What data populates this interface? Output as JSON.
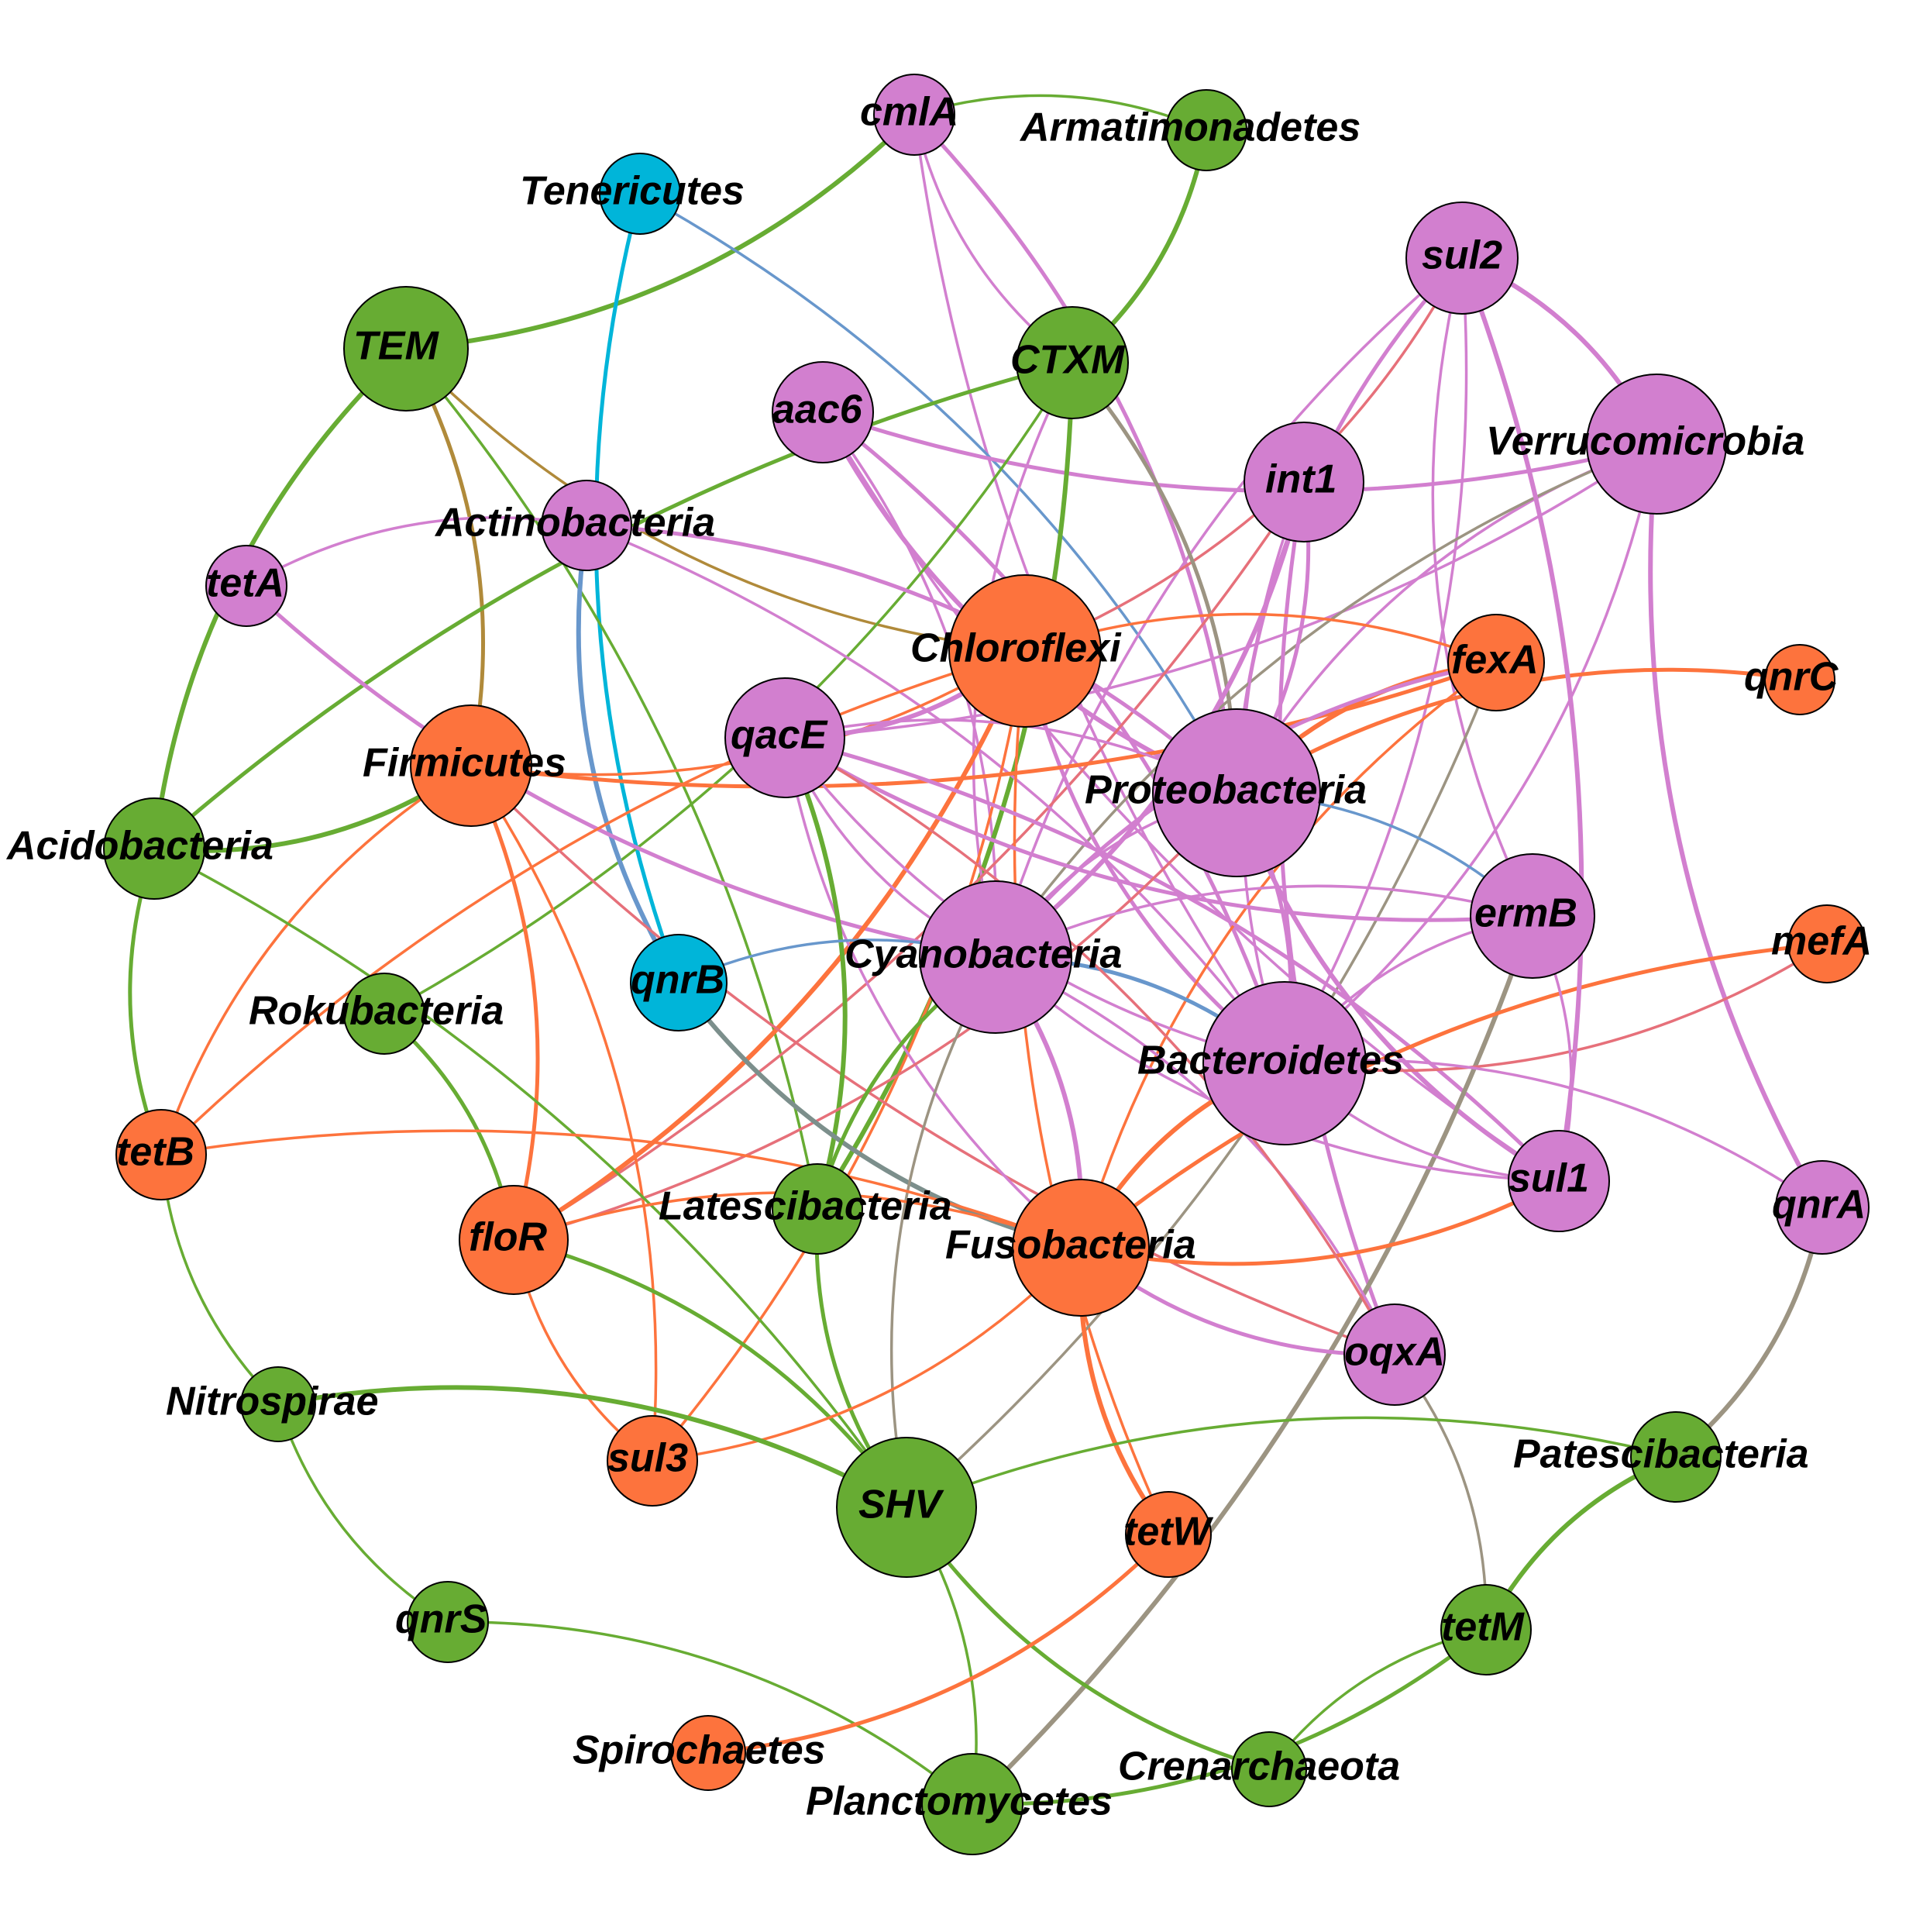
{
  "colors": {
    "purple": "#d27fcf",
    "green": "#67ac33",
    "orange": "#fd733d",
    "cyan": "#00b5d9",
    "blue_edge": "#6897cc",
    "gold_edge": "#b08a3a",
    "grey_edge": "#9c9482",
    "slate_edge": "#7c8f8c",
    "salmon_edge": "#e6707a"
  },
  "nodes": [
    {
      "id": "cmlA",
      "label": "cmlA",
      "group": "purple"
    },
    {
      "id": "Armatimonadetes",
      "label": "Armatimonadetes",
      "group": "green"
    },
    {
      "id": "Tenericutes",
      "label": "Tenericutes",
      "group": "cyan"
    },
    {
      "id": "sul2",
      "label": "sul2",
      "group": "purple"
    },
    {
      "id": "TEM",
      "label": "TEM",
      "group": "green"
    },
    {
      "id": "CTXM",
      "label": "CTXM",
      "group": "green"
    },
    {
      "id": "aac6",
      "label": "aac6",
      "group": "purple"
    },
    {
      "id": "Verrucomicrobia",
      "label": "Verrucomicrobia",
      "group": "purple"
    },
    {
      "id": "int1",
      "label": "int1",
      "group": "purple"
    },
    {
      "id": "Actinobacteria",
      "label": "Actinobacteria",
      "group": "purple"
    },
    {
      "id": "tetA",
      "label": "tetA",
      "group": "purple"
    },
    {
      "id": "Chloroflexi",
      "label": "Chloroflexi",
      "group": "orange"
    },
    {
      "id": "fexA",
      "label": "fexA",
      "group": "orange"
    },
    {
      "id": "qnrC",
      "label": "qnrC",
      "group": "orange"
    },
    {
      "id": "Firmicutes",
      "label": "Firmicutes",
      "group": "orange"
    },
    {
      "id": "qacE",
      "label": "qacE",
      "group": "purple"
    },
    {
      "id": "Proteobacteria",
      "label": "Proteobacteria",
      "group": "purple"
    },
    {
      "id": "Acidobacteria",
      "label": "Acidobacteria",
      "group": "green"
    },
    {
      "id": "ermB",
      "label": "ermB",
      "group": "purple"
    },
    {
      "id": "mefA",
      "label": "mefA",
      "group": "orange"
    },
    {
      "id": "qnrB",
      "label": "qnrB",
      "group": "cyan"
    },
    {
      "id": "Cyanobacteria",
      "label": "Cyanobacteria",
      "group": "purple"
    },
    {
      "id": "Rokubacteria",
      "label": "Rokubacteria",
      "group": "green"
    },
    {
      "id": "Bacteroidetes",
      "label": "Bacteroidetes",
      "group": "purple"
    },
    {
      "id": "tetB",
      "label": "tetB",
      "group": "orange"
    },
    {
      "id": "sul1",
      "label": "sul1",
      "group": "purple"
    },
    {
      "id": "qnrA",
      "label": "qnrA",
      "group": "purple"
    },
    {
      "id": "Latescibacteria",
      "label": "Latescibacteria",
      "group": "green"
    },
    {
      "id": "floR",
      "label": "floR",
      "group": "orange"
    },
    {
      "id": "Fusobacteria",
      "label": "Fusobacteria",
      "group": "orange"
    },
    {
      "id": "oqxA",
      "label": "oqxA",
      "group": "purple"
    },
    {
      "id": "Nitrospirae",
      "label": "Nitrospirae",
      "group": "green"
    },
    {
      "id": "sul3",
      "label": "sul3",
      "group": "orange"
    },
    {
      "id": "Patescibacteria",
      "label": "Patescibacteria",
      "group": "green"
    },
    {
      "id": "SHV",
      "label": "SHV",
      "group": "green"
    },
    {
      "id": "tetW",
      "label": "tetW",
      "group": "orange"
    },
    {
      "id": "tetM",
      "label": "tetM",
      "group": "green"
    },
    {
      "id": "qnrS",
      "label": "qnrS",
      "group": "green"
    },
    {
      "id": "Spirochaetes",
      "label": "Spirochaetes",
      "group": "orange"
    },
    {
      "id": "Crenarchaeota",
      "label": "Crenarchaeota",
      "group": "green"
    },
    {
      "id": "Planctomycetes",
      "label": "Planctomycetes",
      "group": "green"
    }
  ],
  "edges": [
    {
      "source": "TEM",
      "target": "cmlA",
      "color": "green"
    },
    {
      "source": "cmlA",
      "target": "Armatimonadetes",
      "color": "green"
    },
    {
      "source": "cmlA",
      "target": "CTXM",
      "color": "purple"
    },
    {
      "source": "cmlA",
      "target": "Proteobacteria",
      "color": "purple"
    },
    {
      "source": "cmlA",
      "target": "Bacteroidetes",
      "color": "purple"
    },
    {
      "source": "Armatimonadetes",
      "target": "CTXM",
      "color": "green"
    },
    {
      "source": "Tenericutes",
      "target": "qnrB",
      "color": "cyan"
    },
    {
      "source": "Tenericutes",
      "target": "Proteobacteria",
      "color": "blue_edge"
    },
    {
      "source": "TEM",
      "target": "Chloroflexi",
      "color": "gold_edge"
    },
    {
      "source": "TEM",
      "target": "Firmicutes",
      "color": "gold_edge"
    },
    {
      "source": "TEM",
      "target": "Acidobacteria",
      "color": "green"
    },
    {
      "source": "TEM",
      "target": "Latescibacteria",
      "color": "green"
    },
    {
      "source": "sul2",
      "target": "Proteobacteria",
      "color": "purple"
    },
    {
      "source": "sul2",
      "target": "Bacteroidetes",
      "color": "purple"
    },
    {
      "source": "sul2",
      "target": "Cyanobacteria",
      "color": "purple"
    },
    {
      "source": "sul2",
      "target": "Verrucomicrobia",
      "color": "purple"
    },
    {
      "source": "sul2",
      "target": "ermB",
      "color": "purple"
    },
    {
      "source": "sul2",
      "target": "Chloroflexi",
      "color": "salmon_edge"
    },
    {
      "source": "aac6",
      "target": "Verrucomicrobia",
      "color": "purple"
    },
    {
      "source": "aac6",
      "target": "Cyanobacteria",
      "color": "purple"
    },
    {
      "source": "aac6",
      "target": "Proteobacteria",
      "color": "purple"
    },
    {
      "source": "aac6",
      "target": "Bacteroidetes",
      "color": "purple"
    },
    {
      "source": "aac6",
      "target": "sul1",
      "color": "purple"
    },
    {
      "source": "CTXM",
      "target": "Rokubacteria",
      "color": "green"
    },
    {
      "source": "CTXM",
      "target": "Acidobacteria",
      "color": "green"
    },
    {
      "source": "CTXM",
      "target": "Latescibacteria",
      "color": "green"
    },
    {
      "source": "CTXM",
      "target": "Cyanobacteria",
      "color": "purple"
    },
    {
      "source": "CTXM",
      "target": "Proteobacteria",
      "color": "grey_edge"
    },
    {
      "source": "Verrucomicrobia",
      "target": "Proteobacteria",
      "color": "purple"
    },
    {
      "source": "Verrucomicrobia",
      "target": "Bacteroidetes",
      "color": "purple"
    },
    {
      "source": "Verrucomicrobia",
      "target": "qnrA",
      "color": "purple"
    },
    {
      "source": "Verrucomicrobia",
      "target": "qacE",
      "color": "purple"
    },
    {
      "source": "Verrucomicrobia",
      "target": "Cyanobacteria",
      "color": "grey_edge"
    },
    {
      "source": "int1",
      "target": "Proteobacteria",
      "color": "purple"
    },
    {
      "source": "int1",
      "target": "Bacteroidetes",
      "color": "purple"
    },
    {
      "source": "int1",
      "target": "Cyanobacteria",
      "color": "purple"
    },
    {
      "source": "int1",
      "target": "oqxA",
      "color": "purple"
    },
    {
      "source": "int1",
      "target": "floR",
      "color": "salmon_edge"
    },
    {
      "source": "Actinobacteria",
      "target": "tetA",
      "color": "purple"
    },
    {
      "source": "Actinobacteria",
      "target": "Proteobacteria",
      "color": "purple"
    },
    {
      "source": "Actinobacteria",
      "target": "qnrB",
      "color": "blue_edge"
    },
    {
      "source": "Actinobacteria",
      "target": "Bacteroidetes",
      "color": "purple"
    },
    {
      "source": "tetA",
      "target": "Cyanobacteria",
      "color": "purple"
    },
    {
      "source": "Chloroflexi",
      "target": "Firmicutes",
      "color": "orange"
    },
    {
      "source": "Chloroflexi",
      "target": "tetB",
      "color": "orange"
    },
    {
      "source": "Chloroflexi",
      "target": "floR",
      "color": "orange"
    },
    {
      "source": "Chloroflexi",
      "target": "tetW",
      "color": "orange"
    },
    {
      "source": "Chloroflexi",
      "target": "fexA",
      "color": "orange"
    },
    {
      "source": "Chloroflexi",
      "target": "Bacteroidetes",
      "color": "purple"
    },
    {
      "source": "Chloroflexi",
      "target": "sul3",
      "color": "orange"
    },
    {
      "source": "fexA",
      "target": "Proteobacteria",
      "color": "orange"
    },
    {
      "source": "fexA",
      "target": "Firmicutes",
      "color": "orange"
    },
    {
      "source": "fexA",
      "target": "Fusobacteria",
      "color": "orange"
    },
    {
      "source": "fexA",
      "target": "SHV",
      "color": "grey_edge"
    },
    {
      "source": "qnrC",
      "target": "Proteobacteria",
      "color": "orange"
    },
    {
      "source": "Firmicutes",
      "target": "Acidobacteria",
      "color": "green"
    },
    {
      "source": "Firmicutes",
      "target": "tetB",
      "color": "orange"
    },
    {
      "source": "Firmicutes",
      "target": "floR",
      "color": "orange"
    },
    {
      "source": "Firmicutes",
      "target": "oqxA",
      "color": "salmon_edge"
    },
    {
      "source": "Firmicutes",
      "target": "sul3",
      "color": "orange"
    },
    {
      "source": "qacE",
      "target": "Chloroflexi",
      "color": "purple"
    },
    {
      "source": "qacE",
      "target": "Proteobacteria",
      "color": "purple"
    },
    {
      "source": "qacE",
      "target": "Bacteroidetes",
      "color": "purple"
    },
    {
      "source": "qacE",
      "target": "sul1",
      "color": "purple"
    },
    {
      "source": "qacE",
      "target": "Fusobacteria",
      "color": "purple"
    },
    {
      "source": "qacE",
      "target": "Latescibacteria",
      "color": "green"
    },
    {
      "source": "qacE",
      "target": "ermB",
      "color": "purple"
    },
    {
      "source": "Proteobacteria",
      "target": "ermB",
      "color": "blue_edge"
    },
    {
      "source": "Proteobacteria",
      "target": "Cyanobacteria",
      "color": "purple"
    },
    {
      "source": "Proteobacteria",
      "target": "Bacteroidetes",
      "color": "purple"
    },
    {
      "source": "Proteobacteria",
      "target": "sul1",
      "color": "purple"
    },
    {
      "source": "Proteobacteria",
      "target": "floR",
      "color": "salmon_edge"
    },
    {
      "source": "Acidobacteria",
      "target": "tetB",
      "color": "green"
    },
    {
      "source": "Acidobacteria",
      "target": "SHV",
      "color": "green"
    },
    {
      "source": "ermB",
      "target": "Bacteroidetes",
      "color": "purple"
    },
    {
      "source": "ermB",
      "target": "Planctomycetes",
      "color": "grey_edge"
    },
    {
      "source": "ermB",
      "target": "Cyanobacteria",
      "color": "purple"
    },
    {
      "source": "mefA",
      "target": "Bacteroidetes",
      "color": "salmon_edge"
    },
    {
      "source": "mefA",
      "target": "Fusobacteria",
      "color": "orange"
    },
    {
      "source": "qnrB",
      "target": "Cyanobacteria",
      "color": "blue_edge"
    },
    {
      "source": "qnrB",
      "target": "Fusobacteria",
      "color": "slate_edge"
    },
    {
      "source": "Cyanobacteria",
      "target": "Bacteroidetes",
      "color": "blue_edge"
    },
    {
      "source": "Cyanobacteria",
      "target": "sul1",
      "color": "purple"
    },
    {
      "source": "Cyanobacteria",
      "target": "oqxA",
      "color": "purple"
    },
    {
      "source": "Cyanobacteria",
      "target": "Latescibacteria",
      "color": "green"
    },
    {
      "source": "Cyanobacteria",
      "target": "Fusobacteria",
      "color": "purple"
    },
    {
      "source": "Cyanobacteria",
      "target": "SHV",
      "color": "grey_edge"
    },
    {
      "source": "Rokubacteria",
      "target": "floR",
      "color": "green"
    },
    {
      "source": "Bacteroidetes",
      "target": "sul1",
      "color": "purple"
    },
    {
      "source": "Bacteroidetes",
      "target": "qnrA",
      "color": "purple"
    },
    {
      "source": "Bacteroidetes",
      "target": "Fusobacteria",
      "color": "orange"
    },
    {
      "source": "tetB",
      "target": "Fusobacteria",
      "color": "orange"
    },
    {
      "source": "tetB",
      "target": "Nitrospirae",
      "color": "green"
    },
    {
      "source": "sul1",
      "target": "Fusobacteria",
      "color": "orange"
    },
    {
      "source": "sul1",
      "target": "ermB",
      "color": "purple"
    },
    {
      "source": "qnrA",
      "target": "Patescibacteria",
      "color": "grey_edge"
    },
    {
      "source": "Latescibacteria",
      "target": "SHV",
      "color": "green"
    },
    {
      "source": "floR",
      "target": "Fusobacteria",
      "color": "orange"
    },
    {
      "source": "floR",
      "target": "sul3",
      "color": "orange"
    },
    {
      "source": "floR",
      "target": "SHV",
      "color": "green"
    },
    {
      "source": "Fusobacteria",
      "target": "tetW",
      "color": "orange"
    },
    {
      "source": "Fusobacteria",
      "target": "sul3",
      "color": "orange"
    },
    {
      "source": "Fusobacteria",
      "target": "oqxA",
      "color": "purple"
    },
    {
      "source": "oqxA",
      "target": "tetM",
      "color": "grey_edge"
    },
    {
      "source": "oqxA",
      "target": "qacE",
      "color": "salmon_edge"
    },
    {
      "source": "Nitrospirae",
      "target": "SHV",
      "color": "green"
    },
    {
      "source": "Nitrospirae",
      "target": "qnrS",
      "color": "green"
    },
    {
      "source": "SHV",
      "target": "Patescibacteria",
      "color": "green"
    },
    {
      "source": "SHV",
      "target": "Crenarchaeota",
      "color": "green"
    },
    {
      "source": "SHV",
      "target": "Planctomycetes",
      "color": "green"
    },
    {
      "source": "Patescibacteria",
      "target": "tetM",
      "color": "green"
    },
    {
      "source": "tetM",
      "target": "Planctomycetes",
      "color": "green"
    },
    {
      "source": "tetM",
      "target": "Crenarchaeota",
      "color": "green"
    },
    {
      "source": "qnrS",
      "target": "Planctomycetes",
      "color": "green"
    },
    {
      "source": "Spirochaetes",
      "target": "tetW",
      "color": "orange"
    },
    {
      "source": "sul2",
      "target": "sul1",
      "color": "purple"
    },
    {
      "source": "qacE",
      "target": "Cyanobacteria",
      "color": "purple"
    },
    {
      "source": "Cyanobacteria",
      "target": "fexA",
      "color": "purple"
    }
  ]
}
